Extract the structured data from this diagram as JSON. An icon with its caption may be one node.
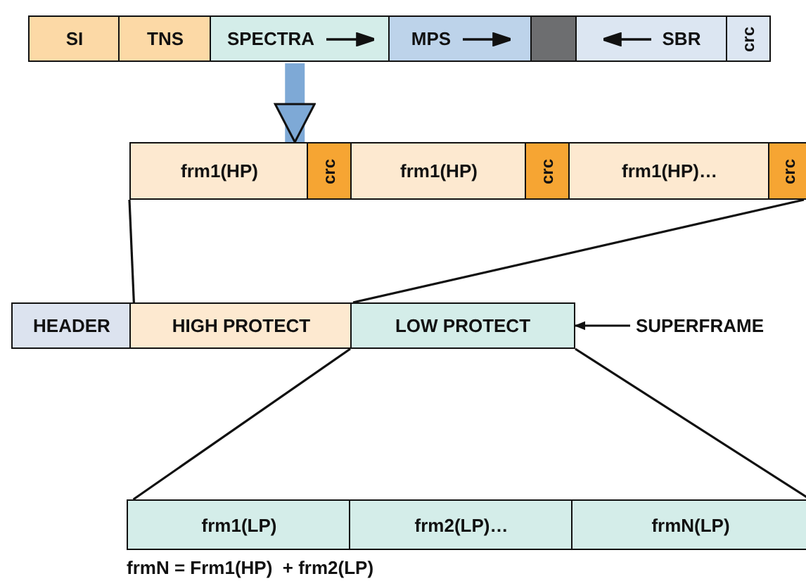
{
  "diagram": {
    "nodes": [
      {
        "text": [
          "SI"
        ]
      },
      {
        "text": [
          "TNS"
        ]
      },
      {
        "text": [
          "SPECTRA"
        ]
      },
      {
        "text": [
          "MPS"
        ]
      },
      {
        "text": [],
        "shape": "box"
      },
      {
        "text": [
          "SBR"
        ]
      },
      {
        "text": [
          "crc"
        ]
      },
      {
        "text": [
          "frm1(HP)"
        ]
      },
      {
        "text": [
          "crc"
        ]
      },
      {
        "text": [
          "frm1(HP)"
        ]
      },
      {
        "text": [
          "crc"
        ]
      },
      {
        "text": [
          "frm1(HP)…"
        ]
      },
      {
        "text": [
          "crc"
        ]
      },
      {
        "text": [
          "HEADER"
        ]
      },
      {
        "text": [
          "HIGH PROTECT"
        ]
      },
      {
        "text": [
          "LOW PROTECT"
        ]
      },
      {
        "text": [
          "SUPERFRAME"
        ]
      },
      {
        "text": [
          "frm1(LP)"
        ]
      },
      {
        "text": [
          "frm2(LP)…"
        ]
      },
      {
        "text": [
          "frmN(LP)"
        ]
      }
    ],
    "edges": [
      {
        "from": 2,
        "to": 7,
        "arrow": "to",
        "style": "thick",
        "color": "#7ea9d6"
      },
      {
        "from": 7,
        "to": 14,
        "arrow": "none"
      },
      {
        "from": 12,
        "to": 14,
        "arrow": "none"
      },
      {
        "from": 16,
        "to": 15,
        "arrow": "to"
      },
      {
        "from": 15,
        "to": 17,
        "arrow": "none"
      },
      {
        "from": 15,
        "to": 19,
        "arrow": "none"
      }
    ],
    "labels": [
      "frmN = Frm1(HP)  + frm2(LP)"
    ]
  }
}
